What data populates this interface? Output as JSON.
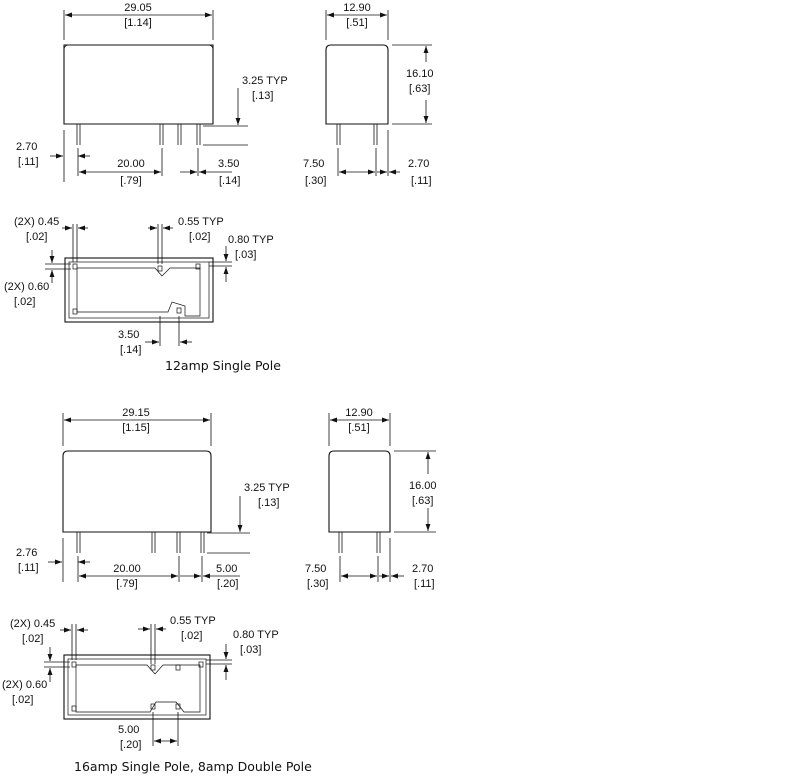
{
  "relay_12a": {
    "caption": "12amp Single Pole",
    "width": "29.05",
    "width_in": "[1.14]",
    "depth": "12.90",
    "depth_in": "[.51]",
    "height": "16.10",
    "height_in": "[.63]",
    "pin_len": "3.25 TYP",
    "pin_len_in": "[.13]",
    "pin_offset": "2.70",
    "pin_offset_in": "[.11]",
    "pin_spacing": "20.00",
    "pin_spacing_in": "[.79]",
    "pin_pitch": "3.50",
    "pin_pitch_in": "[.14]",
    "side_pitch": "7.50",
    "side_pitch_in": "[.30]",
    "side_offset": "2.70",
    "side_offset_in": "[.11]",
    "fp_w1": "(2X) 0.45",
    "fp_w1_in": "[.02]",
    "fp_w2": "0.55 TYP",
    "fp_w2_in": "[.02]",
    "fp_w3": "0.80 TYP",
    "fp_w3_in": "[.03]",
    "fp_h1": "(2X) 0.60",
    "fp_h1_in": "[.02]",
    "fp_pitch": "3.50",
    "fp_pitch_in": "[.14]"
  },
  "relay_16a": {
    "caption": "16amp Single Pole, 8amp Double Pole",
    "width": "29.15",
    "width_in": "[1.15]",
    "depth": "12.90",
    "depth_in": "[.51]",
    "height": "16.00",
    "height_in": "[.63]",
    "pin_len": "3.25 TYP",
    "pin_len_in": "[.13]",
    "pin_offset": "2.76",
    "pin_offset_in": "[.11]",
    "pin_spacing": "20.00",
    "pin_spacing_in": "[.79]",
    "pin_pitch": "5.00",
    "pin_pitch_in": "[.20]",
    "side_pitch": "7.50",
    "side_pitch_in": "[.30]",
    "side_offset": "2.70",
    "side_offset_in": "[.11]",
    "fp_w1": "(2X) 0.45",
    "fp_w1_in": "[.02]",
    "fp_w2": "0.55 TYP",
    "fp_w2_in": "[.02]",
    "fp_w3": "0.80 TYP",
    "fp_w3_in": "[.03]",
    "fp_h1": "(2X) 0.60",
    "fp_h1_in": "[.02]",
    "fp_pitch": "5.00",
    "fp_pitch_in": "[.20]"
  }
}
